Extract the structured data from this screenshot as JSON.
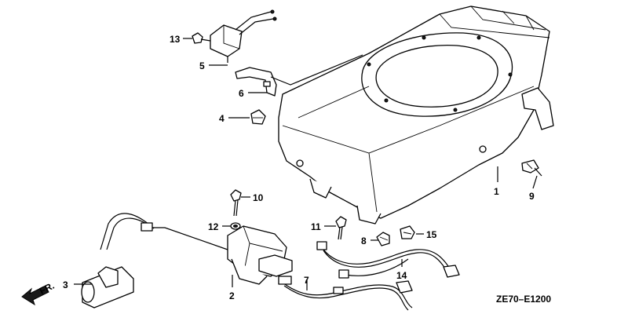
{
  "diagram_code": "ZE70–E1200",
  "direction_label": "FR.",
  "callouts": [
    {
      "id": "c1",
      "number": "1"
    },
    {
      "id": "c2",
      "number": "2"
    },
    {
      "id": "c3",
      "number": "3"
    },
    {
      "id": "c4",
      "number": "4"
    },
    {
      "id": "c5",
      "number": "5"
    },
    {
      "id": "c6",
      "number": "6"
    },
    {
      "id": "c7",
      "number": "7"
    },
    {
      "id": "c8",
      "number": "8"
    },
    {
      "id": "c9",
      "number": "9"
    },
    {
      "id": "c10",
      "number": "10"
    },
    {
      "id": "c11",
      "number": "11"
    },
    {
      "id": "c12",
      "number": "12"
    },
    {
      "id": "c13",
      "number": "13"
    },
    {
      "id": "c14",
      "number": "14"
    },
    {
      "id": "c15",
      "number": "15"
    }
  ]
}
